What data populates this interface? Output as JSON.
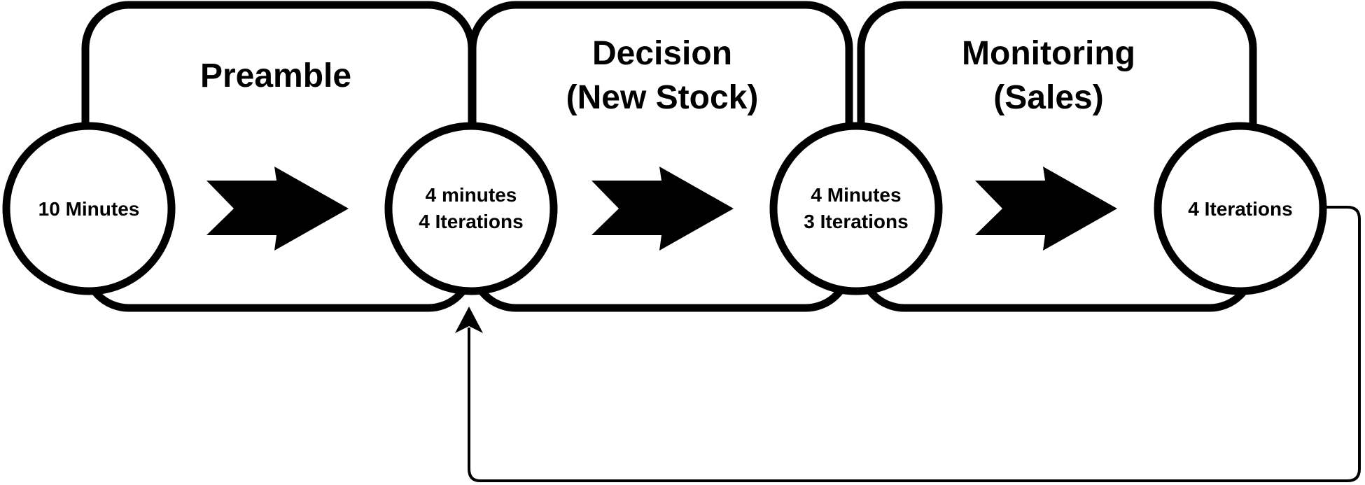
{
  "stages": [
    {
      "id": "preamble",
      "title_lines": [
        "Preamble"
      ]
    },
    {
      "id": "decision",
      "title_lines": [
        "Decision",
        "(New Stock)"
      ]
    },
    {
      "id": "monitoring",
      "title_lines": [
        "Monitoring",
        "(Sales)"
      ]
    }
  ],
  "nodes": [
    {
      "id": "start",
      "lines": [
        "10 Minutes"
      ]
    },
    {
      "id": "decision-entry",
      "lines": [
        "4 minutes",
        "4 Iterations"
      ]
    },
    {
      "id": "monitoring-entry",
      "lines": [
        "4 Minutes",
        "3 Iterations"
      ]
    },
    {
      "id": "end",
      "lines": [
        "4 Iterations"
      ]
    }
  ],
  "flow": {
    "arrows": [
      "stage-1-arrow",
      "stage-2-arrow",
      "stage-3-arrow"
    ],
    "loop": {
      "from": "end",
      "to": "decision-entry"
    }
  },
  "colors": {
    "stroke": "#000000",
    "fill": "#ffffff"
  }
}
